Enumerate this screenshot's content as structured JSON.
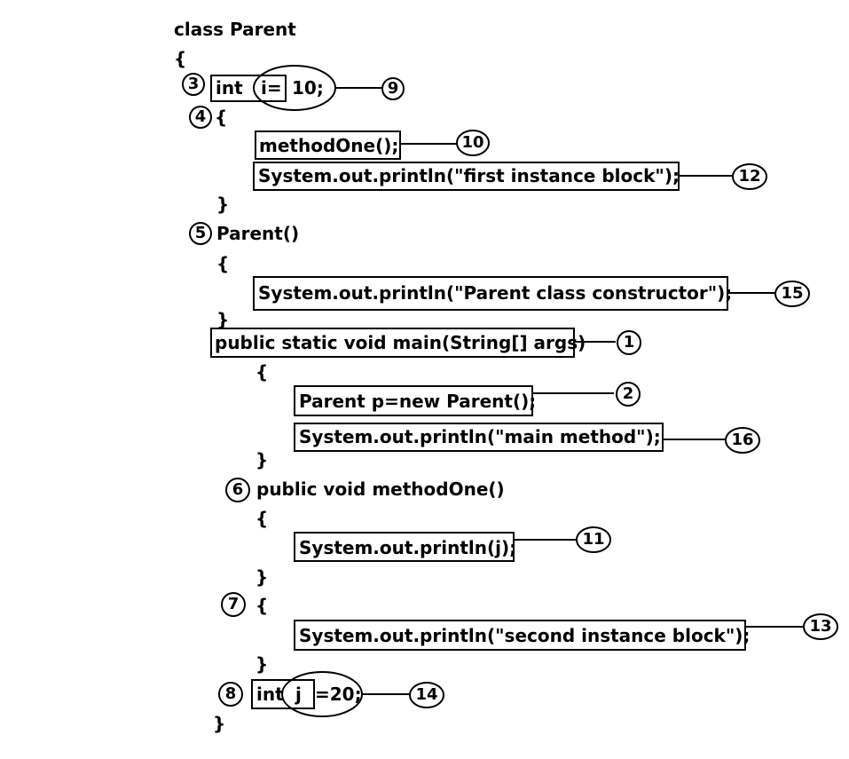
{
  "code": {
    "class_decl": "class Parent",
    "open_brace_class": "{",
    "int_kw_1": "int",
    "var_i": "i=",
    "val_i": "10;",
    "open_brace_inst1": "{",
    "method_call": "methodOne();",
    "println_first": "System.out.println(\"first instance block\");",
    "close_brace_inst1": "}",
    "constructor_decl": "Parent()",
    "open_brace_ctor": "{",
    "println_ctor": "System.out.println(\"Parent class constructor\");",
    "close_brace_ctor": "}",
    "main_decl": "public static void main(String[] args)",
    "open_brace_main": "{",
    "new_parent": "Parent p=new Parent();",
    "println_main": "System.out.println(\"main method\");",
    "close_brace_main": "}",
    "methodone_decl": "public void methodOne()",
    "open_brace_m1": "{",
    "println_j": "System.out.println(j);",
    "close_brace_m1": "}",
    "open_brace_inst2": "{",
    "println_second": "System.out.println(\"second instance block\");",
    "close_brace_inst2": "}",
    "int_kw_2": "int",
    "var_j": "j",
    "val_j": "=20;",
    "close_brace_class": "}"
  },
  "labels": {
    "n1": "1",
    "n2": "2",
    "n3": "3",
    "n4": "4",
    "n5": "5",
    "n6": "6",
    "n7": "7",
    "n8": "8",
    "n9": "9",
    "n10": "10",
    "n11": "11",
    "n12": "12",
    "n13": "13",
    "n14": "14",
    "n15": "15",
    "n16": "16"
  }
}
